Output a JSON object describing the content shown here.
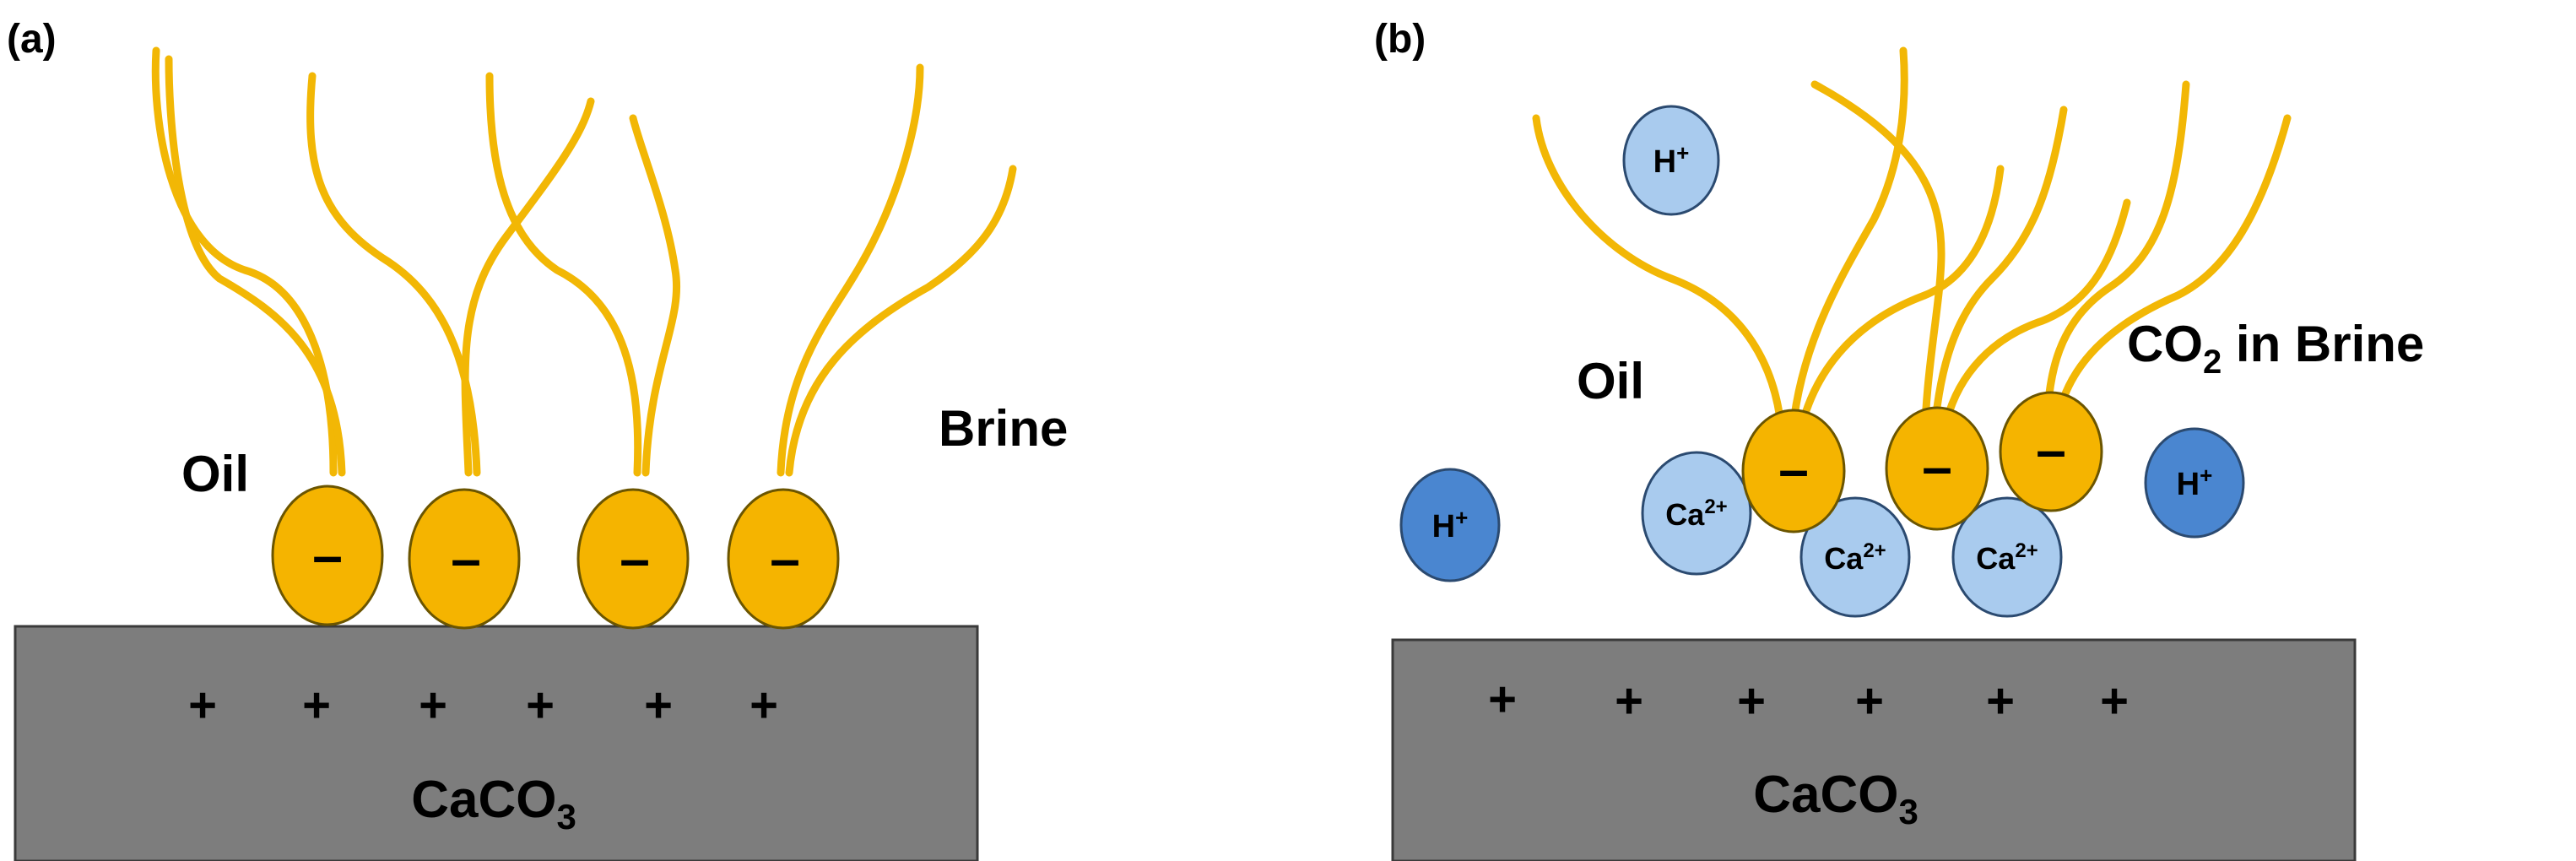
{
  "colors": {
    "tail": "#F2B705",
    "head": "#F5B400",
    "head_stroke": "#6b5500",
    "substrate": "#7d7d7d",
    "substrate_stroke": "#3a3a3a",
    "ion_light": "#A9CBEE",
    "ion_dark": "#4A86D0",
    "ion_stroke": "#2b4a70"
  },
  "panel_a": {
    "panel_label": "(a)",
    "oil_label": "Oil",
    "brine_label": "Brine",
    "substrate_label_main": "CaCO",
    "substrate_label_sub": "3",
    "head_sign": "–",
    "surface_sign": "+"
  },
  "panel_b": {
    "panel_label": "(b)",
    "oil_label": "Oil",
    "brine_label_pre": "CO",
    "brine_label_sub": "2",
    "brine_label_post": " in Brine",
    "substrate_label_main": "CaCO",
    "substrate_label_sub": "3",
    "head_sign": "–",
    "surface_sign": "+",
    "h_ion_main": "H",
    "h_ion_sup": "+",
    "ca_ion_main": "Ca",
    "ca_ion_sup": "2+"
  }
}
